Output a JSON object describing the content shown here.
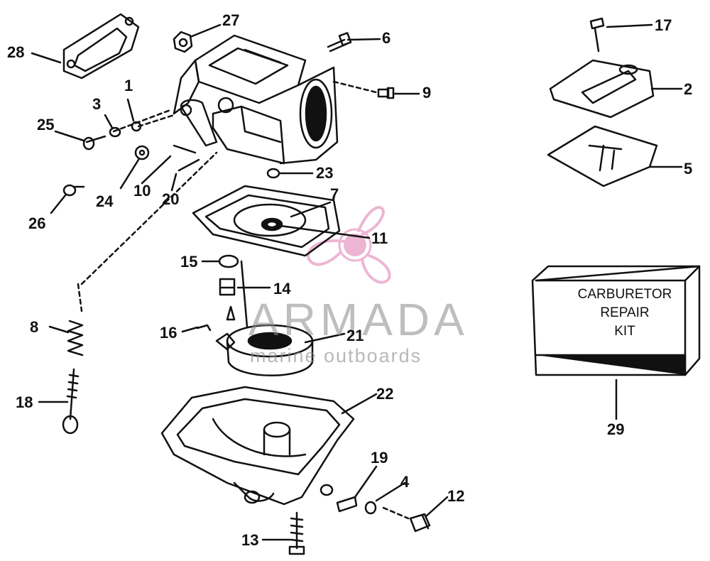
{
  "diagram": {
    "part_labels": {
      "p1": "1",
      "p2": "2",
      "p3": "3",
      "p4": "4",
      "p5": "5",
      "p6": "6",
      "p7": "7",
      "p8": "8",
      "p9": "9",
      "p10": "10",
      "p11": "11",
      "p12": "12",
      "p13": "13",
      "p14": "14",
      "p15": "15",
      "p16": "16",
      "p17": "17",
      "p18": "18",
      "p19": "19",
      "p20": "20",
      "p21": "21",
      "p22": "22",
      "p23": "23",
      "p24": "24",
      "p25": "25",
      "p26": "26",
      "p27": "27",
      "p28": "28",
      "p29": "29"
    },
    "kit_box": {
      "line1": "CARBURETOR",
      "line2": "REPAIR",
      "line3": "KIT"
    }
  },
  "watermark": {
    "brand": "ARMADA",
    "tagline": "marine outboards",
    "logo_color": "#e07ab0"
  }
}
